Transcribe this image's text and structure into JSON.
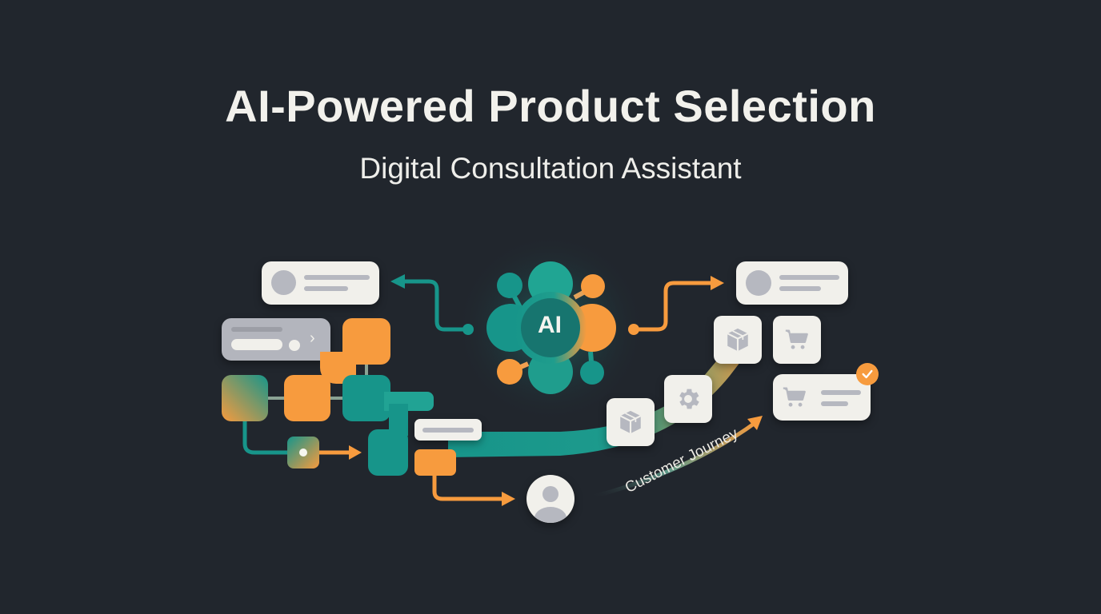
{
  "header": {
    "title": "AI-Powered Product Selection",
    "subtitle": "Digital Consultation Assistant"
  },
  "hub": {
    "label": "AI",
    "colors": {
      "teal": "#17958a",
      "orange": "#f79b3e"
    }
  },
  "journey": {
    "label": "Customer Journey"
  },
  "icons": [
    "box-icon",
    "cart-icon",
    "gear-icon",
    "box-icon",
    "cart-icon",
    "check-icon",
    "user-icon",
    "chevron-right-icon"
  ],
  "colors": {
    "background": "#21262d",
    "card": "#f1f0eb",
    "placeholder": "#b6b8c0",
    "teal": "#17958a",
    "orange": "#f79b3e"
  }
}
